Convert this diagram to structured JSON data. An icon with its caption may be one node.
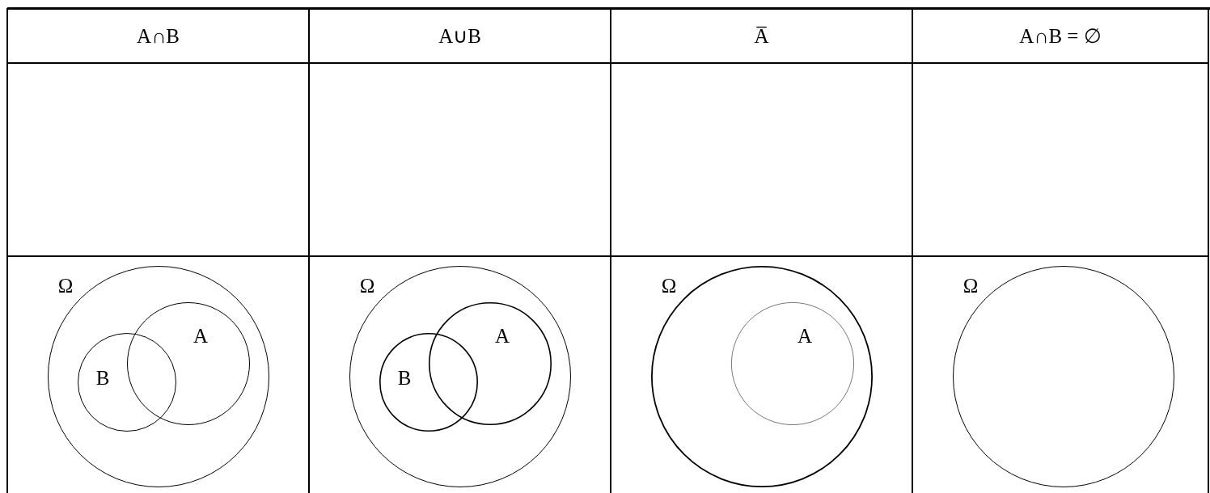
{
  "diagram": {
    "nodes": [
      {
        "text": [
          "Ω"
        ]
      },
      {
        "text": [
          "A"
        ],
        "in": 0
      },
      {
        "text": [
          "B"
        ],
        "in": 0
      },
      {
        "text": [
          "Ω"
        ]
      },
      {
        "text": [
          "A"
        ],
        "in": 3
      },
      {
        "text": [
          "B"
        ],
        "in": 3
      },
      {
        "text": [
          "Ω"
        ]
      },
      {
        "text": [
          "A"
        ],
        "in": 6
      },
      {
        "text": [
          "Ω"
        ]
      }
    ],
    "labels": [
      "A∩B",
      "A∪B",
      "A̅",
      "A∩B = ∅"
    ]
  }
}
